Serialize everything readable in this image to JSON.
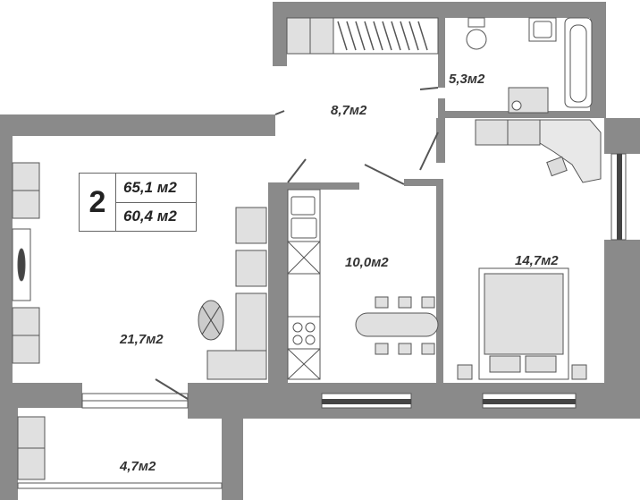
{
  "legend": {
    "rooms": "2",
    "total_area": "65,1 м2",
    "living_area": "60,4 м2"
  },
  "rooms": {
    "hall": "8,7м2",
    "bathroom": "5,3м2",
    "kitchen": "10,0м2",
    "bedroom": "14,7м2",
    "living": "21,7м2",
    "balcony": "4,7м2"
  },
  "colors": {
    "wall": "#8a8a8a",
    "wall_dark": "#6f6f6f",
    "furniture_fill": "#e0e0e0",
    "outline": "#555555",
    "window": "#ffffff"
  }
}
